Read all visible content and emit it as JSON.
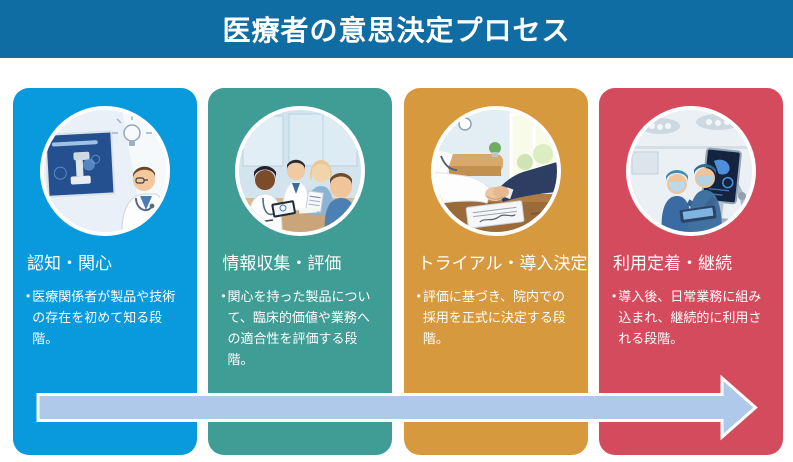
{
  "header": {
    "title": "医療者の意思決定プロセス",
    "background": "#0f6da4",
    "text_color": "#ffffff"
  },
  "bullet_char": "•",
  "cards": [
    {
      "title": "認知・関心",
      "body": "医療関係者が製品や技術の存在を初めて知る段階。",
      "color": "#089add",
      "illustration": "doctor-viewing-new-device-screen-with-lightbulb"
    },
    {
      "title": "情報収集・評価",
      "body": "関心を持った製品について、臨床的価値や業務への適合性を評価する段階。",
      "color": "#3f9d95",
      "illustration": "medical-team-discussion-around-table"
    },
    {
      "title": "トライアル・導入決定",
      "body": "評価に基づき、院内での採用を正式に決定する段階。",
      "color": "#d7993d",
      "illustration": "doctor-businessman-handshake-over-contract"
    },
    {
      "title": "利用定着・継続",
      "body": "導入後、日常業務に組み込まれ、継続的に利用される段階。",
      "color": "#d54b5e",
      "illustration": "surgeons-using-robotic-surgery-system"
    }
  ],
  "arrow": {
    "color": "#aec9e9",
    "border_color": "#ffffff",
    "direction": "right"
  }
}
